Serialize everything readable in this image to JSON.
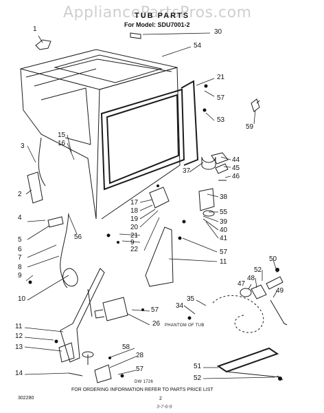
{
  "watermark": "AppliancePartsPros.com",
  "header": {
    "title": "TUB PARTS",
    "model": "For Model: SDU7001-2"
  },
  "callouts": [
    "1",
    "30",
    "54",
    "21",
    "57",
    "53",
    "59",
    "15",
    "16",
    "3",
    "44",
    "45",
    "46",
    "37",
    "38",
    "55",
    "39",
    "40",
    "41",
    "2",
    "17",
    "18",
    "19",
    "20",
    "4",
    "5",
    "56",
    "21",
    "9",
    "22",
    "57",
    "11",
    "6",
    "7",
    "8",
    "50",
    "52",
    "48",
    "47",
    "49",
    "9",
    "35",
    "34",
    "10",
    "57",
    "26",
    "11",
    "12",
    "13",
    "58",
    "28",
    "14",
    "57",
    "51",
    "52"
  ],
  "labels": {
    "phantom": "PHANTOM OF TUB",
    "drawing_no": "DW 1726",
    "ordering": "FOR ORDERING INFORMATION REFER TO PARTS PRICE LIST",
    "code": "302280",
    "page": "2",
    "handwritten": "3-7-6-9"
  }
}
